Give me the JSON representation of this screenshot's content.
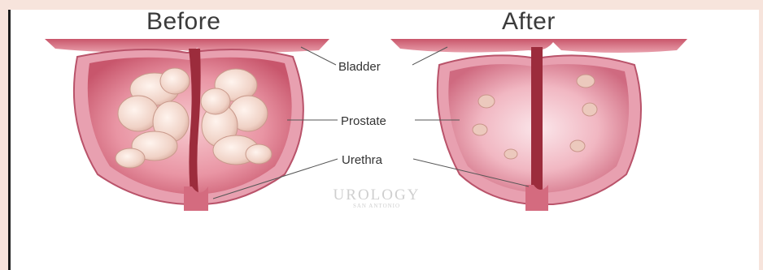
{
  "titles": {
    "before": "Before",
    "after": "After"
  },
  "labels": {
    "bladder": "Bladder",
    "prostate": "Prostate",
    "urethra": "Urethra"
  },
  "watermark": {
    "main": "UROLOGY",
    "sub": "SAN ANTONIO"
  },
  "colors": {
    "page_background": "#f7e4dc",
    "panel_background": "#ffffff",
    "tissue_outer": "#e8a0b0",
    "tissue_inner": "#d9707f",
    "urethra": "#9c2c3c",
    "enlarged_growth": "#f4dbd0"
  }
}
